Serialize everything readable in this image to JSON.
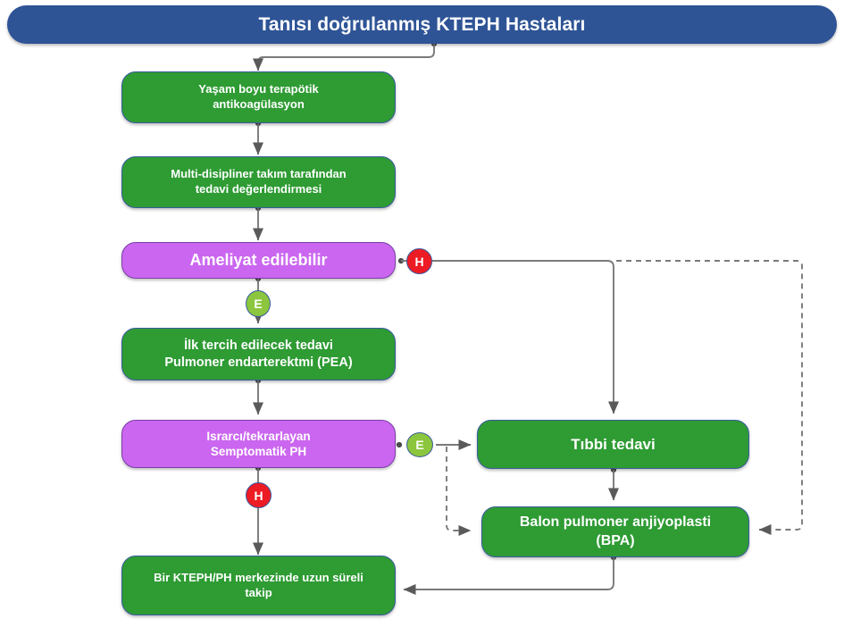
{
  "header": {
    "title": "Tanısı doğrulanmış KTEPH Hastaları",
    "color": "#2E5496"
  },
  "palette": {
    "green": "#2E9B33",
    "magenta": "#CB66F0",
    "header_blue": "#2E5496",
    "badge_yes_green": "#8CC63E",
    "badge_no_red": "#ED1B24",
    "connector_gray": "#767676"
  },
  "nodes": {
    "anticoagulation": {
      "line1": "Yaşam boyu terapötik",
      "line2": "antikoagülasyon",
      "type": "green"
    },
    "multidisciplinary": {
      "line1": "Multi-disipliner takım tarafından",
      "line2": "tedavi değerlendirmesi",
      "type": "green"
    },
    "operable": {
      "line1": "Ameliyat edilebilir",
      "type": "magenta"
    },
    "pea": {
      "line1": "İlk tercih edilecek tedavi",
      "line2": "Pulmoner endarterektmi (PEA)",
      "type": "green"
    },
    "persistent_ph": {
      "line1": "Israrcı/tekrarlayan",
      "line2": "Semptomatik PH",
      "type": "magenta"
    },
    "medical_therapy": {
      "line1": "Tıbbi tedavi",
      "type": "green"
    },
    "bpa": {
      "line1": "Balon pulmoner anjiyoplasti",
      "line2": "(BPA)",
      "type": "green"
    },
    "longterm_followup": {
      "line1": "Bir KTEPH/PH merkezinde uzun süreli",
      "line2": "takip",
      "type": "green"
    }
  },
  "badges": {
    "operable_yes": {
      "text": "E",
      "meaning": "Evet"
    },
    "operable_no": {
      "text": "H",
      "meaning": "Hayır"
    },
    "persistent_yes": {
      "text": "E",
      "meaning": "Evet"
    },
    "persistent_no": {
      "text": "H",
      "meaning": "Hayır"
    }
  }
}
